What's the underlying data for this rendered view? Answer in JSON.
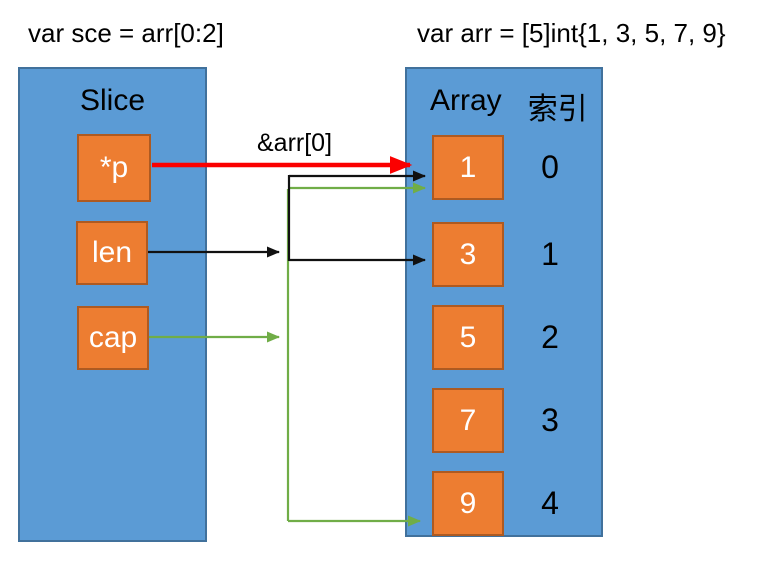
{
  "titles": {
    "slice_decl": "var sce = arr[0:2]",
    "array_decl": "var arr = [5]int{1, 3, 5, 7, 9}"
  },
  "slice_panel": {
    "title": "Slice",
    "fields": [
      {
        "label": "*p"
      },
      {
        "label": "len"
      },
      {
        "label": "cap"
      }
    ]
  },
  "array_panel": {
    "title": "Array",
    "index_title": "索引",
    "cells": [
      {
        "value": "1",
        "index": "0"
      },
      {
        "value": "3",
        "index": "1"
      },
      {
        "value": "5",
        "index": "2"
      },
      {
        "value": "7",
        "index": "3"
      },
      {
        "value": "9",
        "index": "4"
      }
    ]
  },
  "arrow_label": "&arr[0]",
  "colors": {
    "panel_blue": "#5B9BD5",
    "panel_border": "#41719C",
    "cell_orange": "#ED7D31",
    "cell_border": "#AE5A21",
    "arrow_red": "#FB0000",
    "arrow_black": "#111111",
    "arrow_green": "#70AD47"
  }
}
